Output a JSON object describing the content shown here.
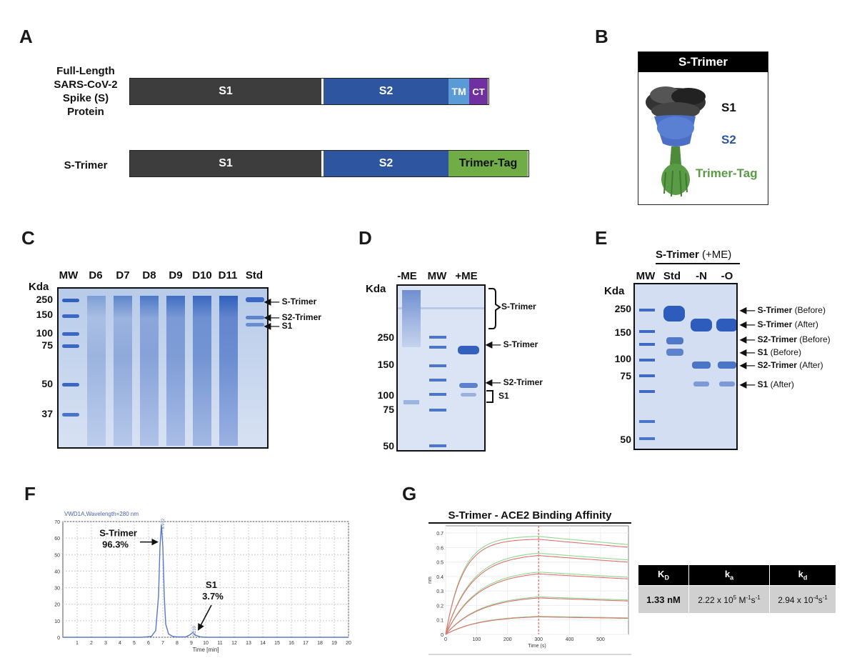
{
  "panels": {
    "A": "A",
    "B": "B",
    "C": "C",
    "D": "D",
    "E": "E",
    "F": "F",
    "G": "G"
  },
  "panelA": {
    "row1_label": [
      "Full-Length",
      "SARS-CoV-2",
      "Spike (S)",
      "Protein"
    ],
    "row2_label": "S-Trimer",
    "segments": {
      "s1": "S1",
      "s2": "S2",
      "tm": "TM",
      "ct": "CT",
      "tag": "Trimer-Tag"
    },
    "colors": {
      "s1": "#3d3d3d",
      "s2": "#2e56a0",
      "tm": "#5b9bd5",
      "ct": "#7030a0",
      "tag": "#70ad47"
    }
  },
  "panelB": {
    "title": "S-Trimer",
    "s1": "S1",
    "s2": "S2",
    "tag": "Trimer-Tag"
  },
  "panelC": {
    "unit": "Kda",
    "lanes": [
      "MW",
      "D6",
      "D7",
      "D8",
      "D9",
      "D10",
      "D11",
      "Std"
    ],
    "markers": [
      "250",
      "150",
      "100",
      "75",
      "50",
      "37"
    ],
    "annotations": [
      "S-Trimer",
      "S2-Trimer",
      "S1"
    ]
  },
  "panelD": {
    "unit": "Kda",
    "lanes": [
      "-ME",
      "MW",
      "+ME"
    ],
    "markers": [
      "250",
      "150",
      "100",
      "75",
      "50"
    ],
    "annotations": [
      "S-Trimer",
      "S-Trimer",
      "S2-Trimer",
      "S1"
    ]
  },
  "panelE": {
    "header": "S-Trimer",
    "header_suffix": "(+ME)",
    "unit": "Kda",
    "lanes": [
      "MW",
      "Std",
      "-N",
      "-O"
    ],
    "markers": [
      "250",
      "150",
      "100",
      "75",
      "50"
    ],
    "annotations": [
      {
        "name": "S-Trimer",
        "state": "(Before)"
      },
      {
        "name": "S-Trimer",
        "state": "(After)"
      },
      {
        "name": "S2-Trimer",
        "state": "(Before)"
      },
      {
        "name": "S1",
        "state": "(Before)"
      },
      {
        "name": "S2-Trimer",
        "state": "(After)"
      },
      {
        "name": "S1",
        "state": "(After)"
      }
    ]
  },
  "chart_data": [
    {
      "type": "line",
      "title": "VWD1A,Wavelength=280 nm",
      "xlabel": "Time [min]",
      "ylabel": "",
      "xlim": [
        0,
        20
      ],
      "ylim": [
        0,
        70
      ],
      "xticks": [
        "1",
        "2",
        "3",
        "4",
        "5",
        "6",
        "7",
        "8",
        "9",
        "10",
        "11",
        "12",
        "13",
        "14",
        "15",
        "16",
        "17",
        "18",
        "19",
        "20"
      ],
      "yticks": [
        "0",
        "10",
        "20",
        "30",
        "40",
        "50",
        "60",
        "70"
      ],
      "grid": true,
      "peaks": [
        {
          "label": "S-Trimer",
          "percent": "96.3%",
          "x": 6.9,
          "y": 68
        },
        {
          "label": "S1",
          "percent": "3.7%",
          "x": 9.1,
          "y": 3
        }
      ],
      "peak_tick_labels": [
        "6.972",
        "9.239"
      ],
      "x": [
        0,
        5.5,
        6.2,
        6.5,
        6.7,
        6.8,
        6.9,
        7.0,
        7.1,
        7.2,
        7.4,
        7.7,
        8.0,
        8.6,
        8.9,
        9.1,
        9.3,
        9.6,
        10,
        20
      ],
      "y": [
        0,
        0,
        0.5,
        4,
        25,
        55,
        68,
        55,
        25,
        8,
        2,
        0.5,
        0.2,
        0.2,
        1.5,
        3,
        1.2,
        0.3,
        0,
        0
      ]
    },
    {
      "type": "line",
      "title": "S-Trimer - ACE2 Binding Affinity",
      "xlabel": "Time (s)",
      "ylabel": "nm",
      "xlim": [
        0,
        590
      ],
      "ylim": [
        0,
        0.75
      ],
      "xticks": [
        "0",
        "100",
        "200",
        "300",
        "400",
        "500"
      ],
      "yticks": [
        "0",
        "0.1",
        "0.2",
        "0.3",
        "0.4",
        "0.5",
        "0.6",
        "0.7"
      ],
      "association_end": 300,
      "series": [
        {
          "plateau": 0.66,
          "kon": 0.018,
          "koff": 0.0003
        },
        {
          "plateau": 0.56,
          "kon": 0.012,
          "koff": 0.0003
        },
        {
          "plateau": 0.44,
          "kon": 0.01,
          "koff": 0.0003
        },
        {
          "plateau": 0.27,
          "kon": 0.009,
          "koff": 0.0003
        },
        {
          "plateau": 0.13,
          "kon": 0.009,
          "koff": 0.0003
        }
      ]
    }
  ],
  "kinetics_table": {
    "headers": [
      {
        "main": "K",
        "sub": "D",
        "sup": ""
      },
      {
        "main": "k",
        "sub": "a",
        "sup": ""
      },
      {
        "main": "k",
        "sub": "d",
        "sup": ""
      }
    ],
    "values": [
      "1.33 nM",
      "2.22 x 10",
      "2.94 x 10"
    ],
    "value_tails": [
      {
        "sup1": "",
        "mid": "",
        "sup2": ""
      },
      {
        "sup1": "5",
        "mid": " M",
        "sup2": "-1",
        "mid2": "s",
        "sup3": "-1"
      },
      {
        "sup1": "-4",
        "mid": "s",
        "sup2": "-1",
        "mid2": "",
        "sup3": ""
      }
    ],
    "header_color": "#000000",
    "cell_color": "#d0d0d0"
  }
}
